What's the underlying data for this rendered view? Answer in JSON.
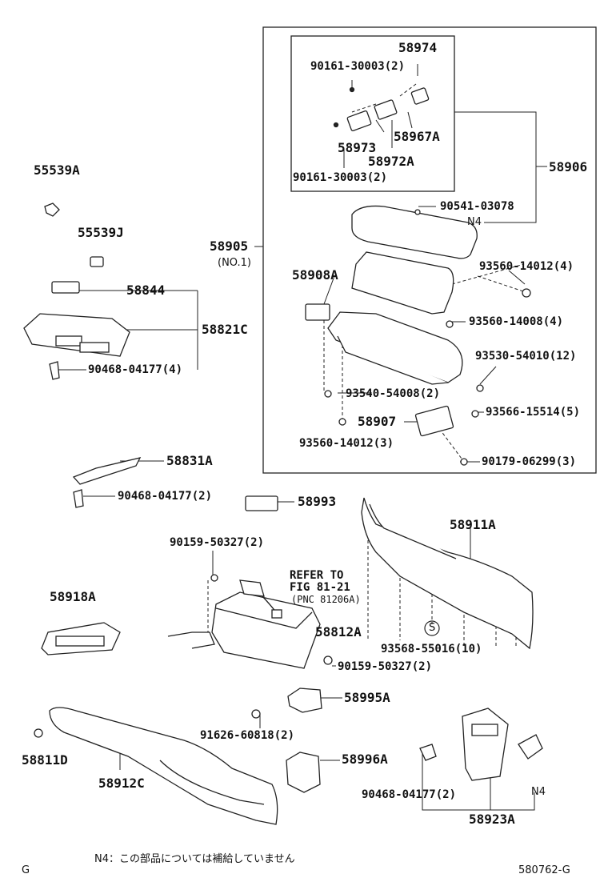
{
  "labels": {
    "p58974": "58974",
    "p90161a": "90161-30003(2)",
    "p58967a": "58967A",
    "p58973": "58973",
    "p58972a": "58972A",
    "p90161b": "90161-30003(2)",
    "p58906": "58906",
    "p90541": "90541-03078",
    "n4a": "N4",
    "p58905": "58905",
    "no1": "(NO.1)",
    "p58908a": "58908A",
    "p93560a": "93560-14012(4)",
    "p93560b": "93560-14008(4)",
    "p93530": "93530-54010(12)",
    "p93540": "93540-54008(2)",
    "p58907": "58907",
    "p93566": "93566-15514(5)",
    "p93560c": "93560-14012(3)",
    "p90179": "90179-06299(3)",
    "p55539a": "55539A",
    "p55539j": "55539J",
    "p58844": "58844",
    "p58821c": "58821C",
    "p90468a": "90468-04177(4)",
    "p58831a": "58831A",
    "p90468b": "90468-04177(2)",
    "p58993": "58993",
    "p58911a": "58911A",
    "p90159a": "90159-50327(2)",
    "refer1": "REFER TO",
    "refer2": "FIG 81-21",
    "refer3": "(PNC 81206A)",
    "p58918a": "58918A",
    "p58812a": "58812A",
    "s": "S",
    "p93568": "93568-55016(10)",
    "p90159b": "90159-50327(2)",
    "p58995a": "58995A",
    "p91626": "91626-60818(2)",
    "p58811d": "58811D",
    "p58912c": "58912C",
    "p58996a": "58996A",
    "p90468c": "90468-04177(2)",
    "n4b": "N4",
    "p58923a": "58923A"
  },
  "footer": {
    "note": "N4：この部品については補給していません",
    "left": "G",
    "code": "580762-G"
  }
}
